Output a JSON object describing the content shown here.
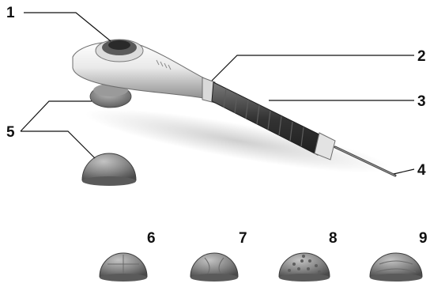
{
  "callouts": {
    "c1": "1",
    "c2": "2",
    "c3": "3",
    "c4": "4",
    "c5": "5",
    "c6": "6",
    "c7": "7",
    "c8": "8",
    "c9": "9"
  },
  "colors": {
    "handle_highlight": "#f4f4f4",
    "handle_shadow": "#8a8a8a",
    "grip": "#3a3a3a",
    "attachment_light": "#9a9a9a",
    "attachment_dark": "#4a4a4a",
    "shadow": "#d8d8d8"
  }
}
